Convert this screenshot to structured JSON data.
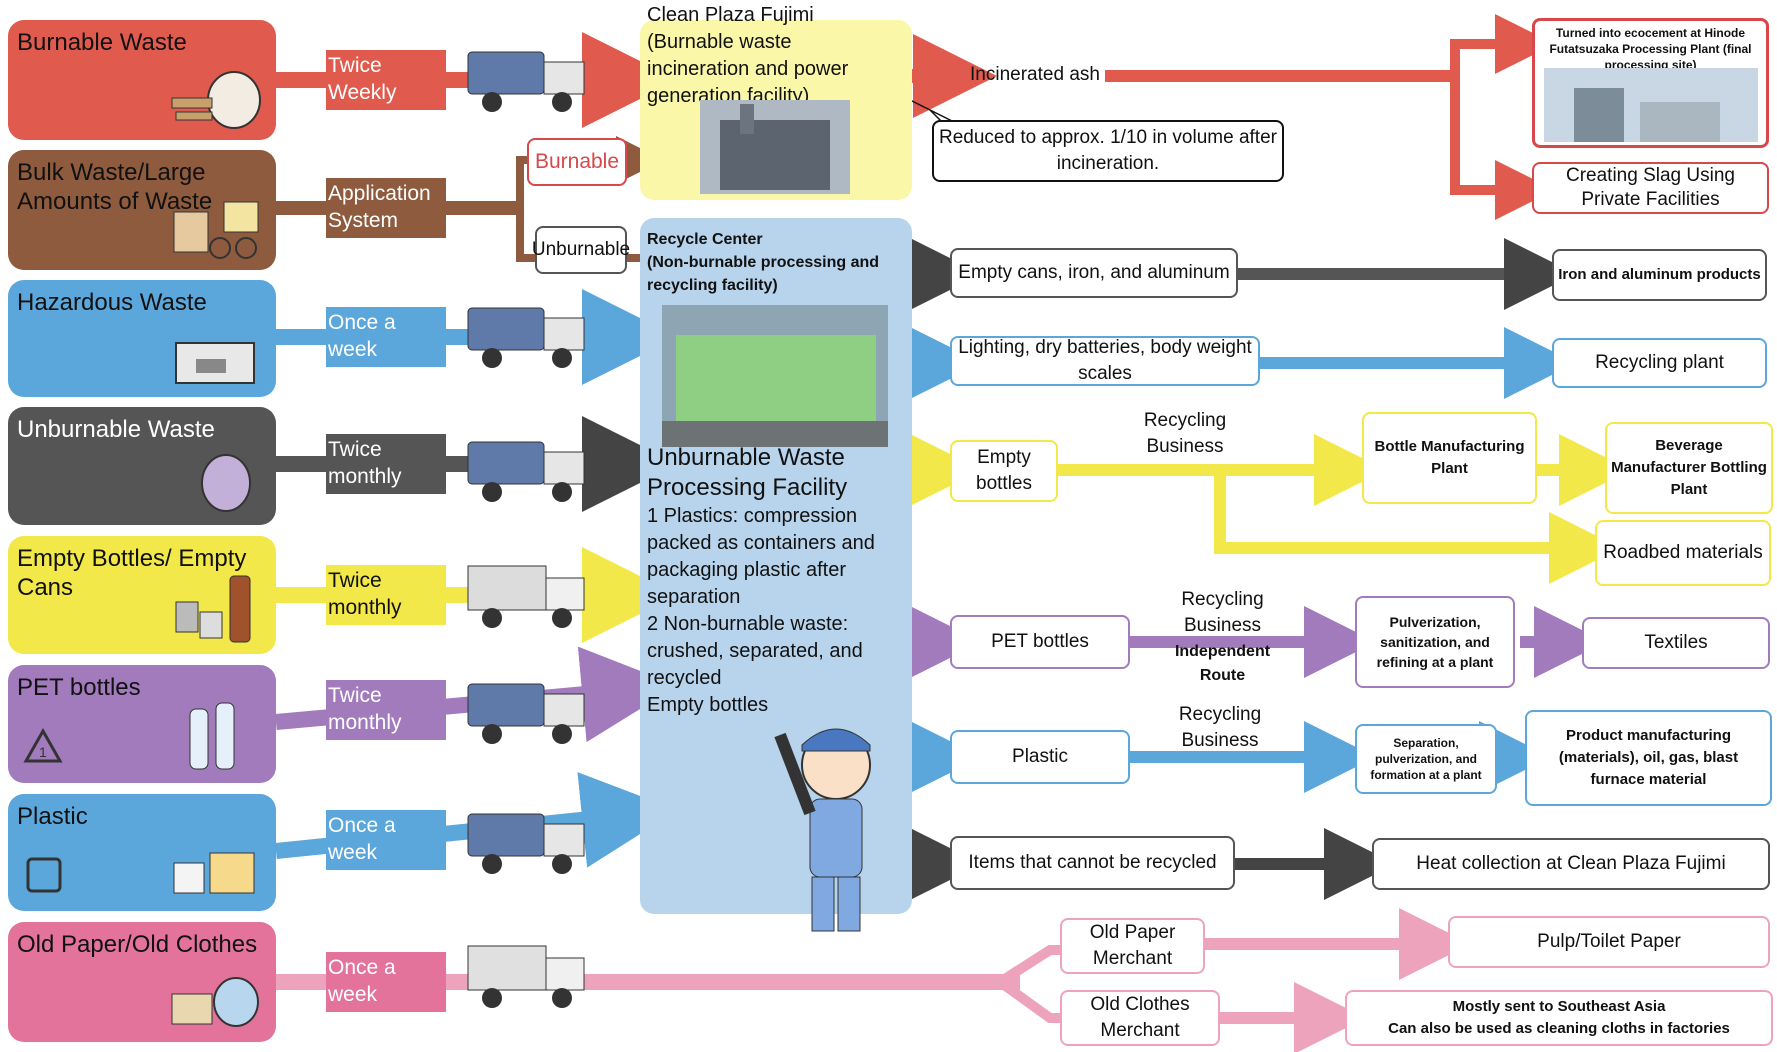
{
  "categories": [
    {
      "label": "Burnable Waste",
      "frequency": "Twice Weekly",
      "color": "#e05a4e"
    },
    {
      "label": "Bulk Waste/Large Amounts of Waste",
      "frequency": "Application System",
      "color": "#8e5b3e"
    },
    {
      "label": "Hazardous Waste",
      "frequency": "Once a week",
      "color": "#5ba7dc"
    },
    {
      "label": "Unburnable Waste",
      "frequency": "Twice monthly",
      "color": "#555555"
    },
    {
      "label": "Empty Bottles/ Empty Cans",
      "frequency": "Twice monthly",
      "color": "#f2e84a"
    },
    {
      "label": "PET bottles",
      "frequency": "Twice monthly",
      "color": "#a27bbd"
    },
    {
      "label": "Plastic",
      "frequency": "Once a week",
      "color": "#5ba7dc"
    },
    {
      "label": "Old Paper/Old Clothes",
      "frequency": "Once a week",
      "color": "#e3739a"
    }
  ],
  "bulk_branches": {
    "burnable": "Burnable",
    "unburnable": "Unburnable"
  },
  "clean_plaza": {
    "title": "Clean Plaza Fujimi",
    "subtitle": "(Burnable waste incineration and power generation facility)"
  },
  "incinerated": {
    "label": "Incinerated ash",
    "callout": "Reduced to approx. 1/10 in volume after incineration.",
    "ecocement": "Turned into ecocement at Hinode Futatsuzaka Processing Plant (final processing site)",
    "slag": "Creating Slag Using Private Facilities"
  },
  "recycle_center": {
    "title": "Recycle Center",
    "subtitle": "(Non-burnable processing and recycling facility)",
    "facility_title": "Unburnable Waste Processing Facility",
    "description": "1 Plastics: compression packed as containers and packaging plastic after separation\n2 Non-burnable waste: crushed, separated, and recycled\nEmpty bottles"
  },
  "outputs": {
    "cans": "Empty cans, iron, and aluminum",
    "cans_dest": "Iron and aluminum products",
    "lighting": "Lighting, dry batteries, body weight scales",
    "lighting_dest": "Recycling plant",
    "bottles": "Empty bottles",
    "bottles_route": "Recycling Business",
    "bottle_plant": "Bottle Manufacturing Plant",
    "beverage": "Beverage Manufacturer Bottling Plant",
    "roadbed": "Roadbed materials",
    "pet": "PET bottles",
    "pet_route": "Recycling Business",
    "pet_route2": "Independent Route",
    "pet_process": "Pulverization, sanitization, and refining at a plant",
    "textiles": "Textiles",
    "plastic": "Plastic",
    "plastic_route": "Recycling Business",
    "plastic_process": "Separation, pulverization, and formation at a plant",
    "plastic_dest": "Product manufacturing (materials), oil, gas, blast furnace material",
    "nonrecyclable": "Items that cannot be recycled",
    "heat": "Heat collection at Clean Plaza Fujimi",
    "paper_merchant": "Old Paper Merchant",
    "pulp": "Pulp/Toilet Paper",
    "clothes_merchant": "Old Clothes Merchant",
    "sea_line1": "Mostly sent to Southeast Asia",
    "sea_line2": "Can also be used as cleaning cloths in factories"
  }
}
